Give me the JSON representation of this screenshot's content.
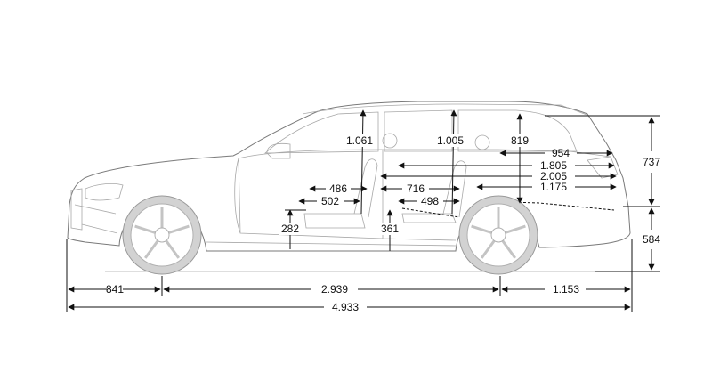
{
  "dimensions": {
    "front_overhang": "841",
    "wheelbase": "2.939",
    "rear_overhang": "1.153",
    "overall_length": "4.933",
    "roof_height": "737",
    "body_height": "584",
    "front_headroom": "1.061",
    "rear_headroom": "1.005",
    "cargo_height": "819",
    "cargo_length_upper": "954",
    "cargo_length_1805": "1.805",
    "cargo_length_2005": "2.005",
    "cargo_length_floor": "1.175",
    "front_seat_depth": "486",
    "front_legroom": "502",
    "rear_seat_depth": "716",
    "rear_legroom": "498",
    "front_seat_height": "282",
    "rear_seat_height": "361"
  },
  "colors": {
    "outline": "#7a7a7a",
    "dimension": "#111111",
    "tire": "#d2d2d2"
  }
}
